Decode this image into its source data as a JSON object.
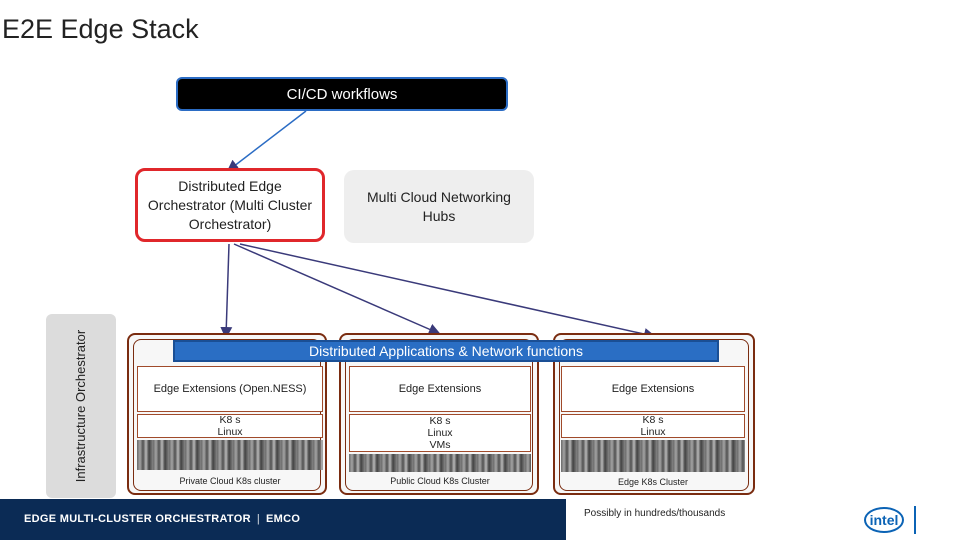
{
  "title": "E2E Edge Stack",
  "cicd": {
    "label": "CI/CD workflows"
  },
  "side_label": "Infrastructure Orchestrator",
  "deo": {
    "label": "Distributed Edge Orchestrator (Multi Cluster Orchestrator)"
  },
  "mcn": {
    "label": "Multi Cloud Networking Hubs"
  },
  "dist_bar": {
    "label": "Distributed Applications & Network functions"
  },
  "clusters": [
    {
      "ext": "Edge Extensions (Open.NESS)",
      "k8s": [
        "K8 s",
        "Linux"
      ],
      "label": "Private Cloud K8s cluster"
    },
    {
      "ext": "Edge Extensions",
      "k8s": [
        "K8 s",
        "Linux",
        "VMs"
      ],
      "label": "Public Cloud K8s Cluster"
    },
    {
      "ext": "Edge Extensions",
      "k8s": [
        "K8 s",
        "Linux"
      ],
      "label": "Edge K8s Cluster"
    }
  ],
  "footer": {
    "left": "EDGE MULTI-CLUSTER ORCHESTRATOR",
    "sep": "|",
    "right": "EMCO"
  },
  "possibly": "Possibly in hundreds/thousands",
  "logo": {
    "text": "intel"
  },
  "colors": {
    "accent_blue": "#2a6ec4",
    "cluster_border": "#7a2c10",
    "deo_border": "#e0272b",
    "footer_bg": "#0b2b55"
  }
}
